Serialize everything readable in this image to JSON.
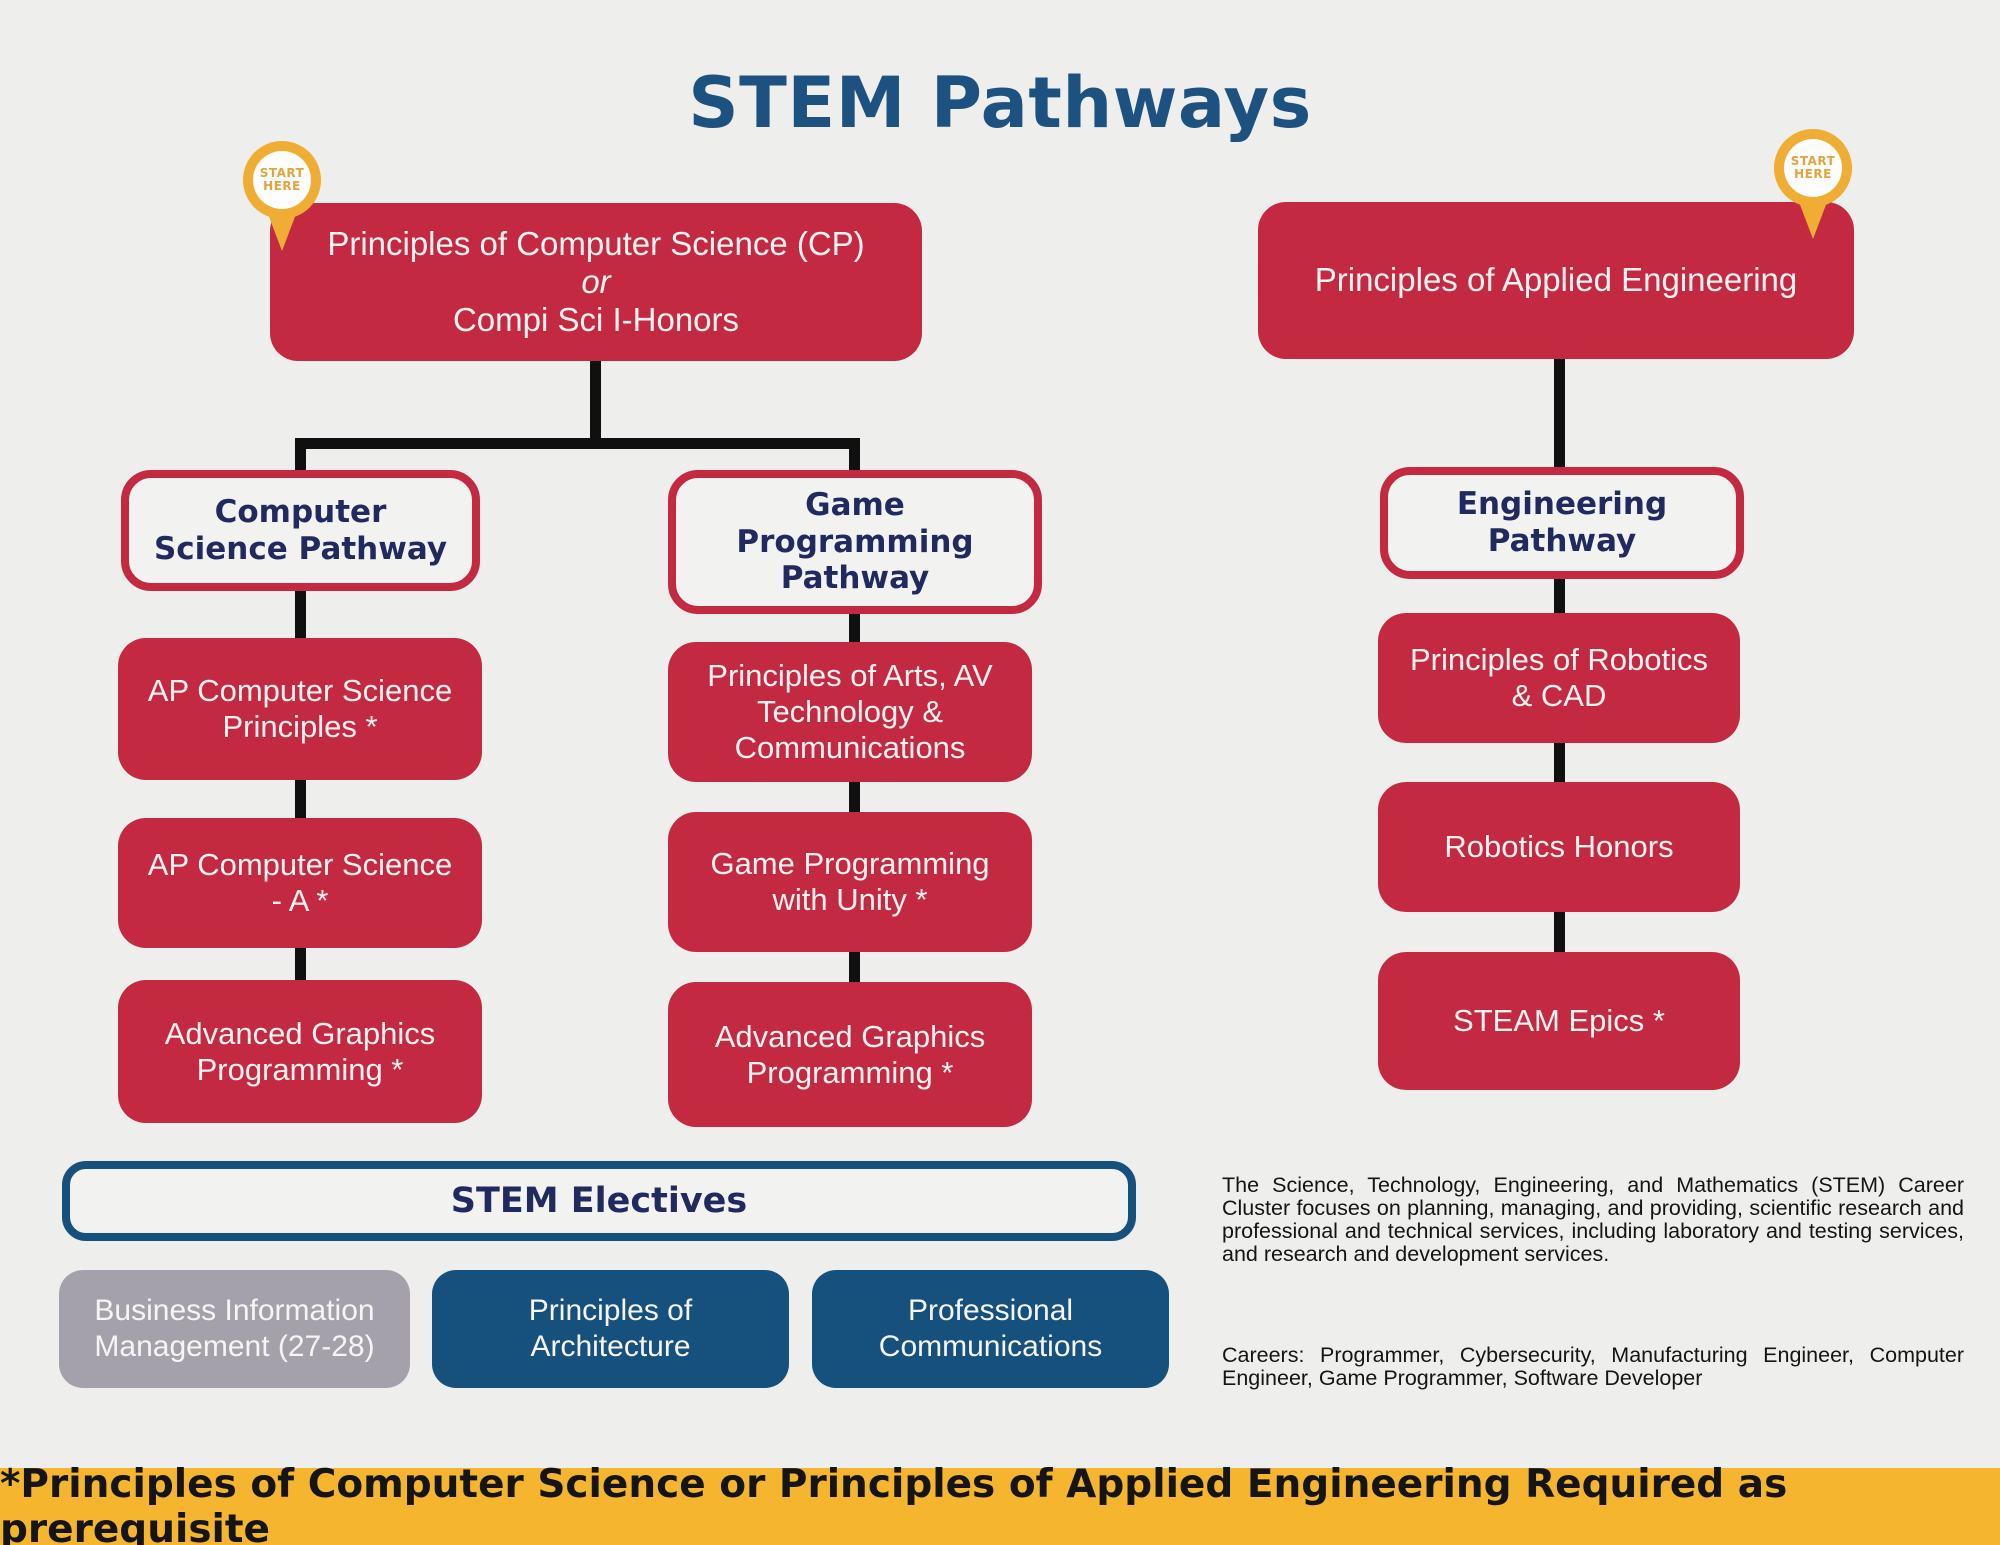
{
  "page": {
    "title": "STEM Pathways"
  },
  "colors": {
    "background": "#eeeeec",
    "box_red": "#c32a42",
    "navy_text": "#212a5e",
    "title_blue": "#1d5180",
    "elective_blue": "#15517c",
    "elective_gray": "#a5a1aa",
    "banner_yellow": "#f5b52e",
    "pin_yellow": "#efad33",
    "connector_black": "#101010",
    "box_text_white": "#f7f2f2"
  },
  "start_pin": {
    "line1": "START",
    "line2": "HERE"
  },
  "cs_tree": {
    "root_line1": "Principles of Computer Science (CP)",
    "root_line2": "or",
    "root_line3": "Compi Sci I-Honors",
    "pathways": [
      {
        "title_lines": [
          "Computer",
          "Science Pathway"
        ],
        "courses": [
          "AP Computer Science Principles *",
          "AP Computer Science - A *",
          "Advanced Graphics Programming *"
        ]
      },
      {
        "title_lines": [
          "Game",
          "Programming",
          "Pathway"
        ],
        "courses": [
          "Principles of Arts, AV Technology & Communications",
          "Game Programming with Unity *",
          "Advanced Graphics Programming *"
        ]
      }
    ]
  },
  "eng_tree": {
    "root": "Principles of Applied Engineering",
    "pathway_title_lines": [
      "Engineering",
      "Pathway"
    ],
    "courses": [
      "Principles of Robotics & CAD",
      "Robotics Honors",
      "STEAM Epics *"
    ]
  },
  "electives": {
    "title": "STEM Electives",
    "items": [
      {
        "label": "Business Information Management (27-28)",
        "style": "gray"
      },
      {
        "label": "Principles of Architecture",
        "style": "blue"
      },
      {
        "label": "Professional Communications",
        "style": "blue"
      }
    ]
  },
  "sidebar_text": {
    "description": "The Science, Technology, Engineering, and Mathematics (STEM) Career Cluster focuses on planning, managing, and providing, scientific research and professional and technical services, including laboratory and testing services, and research and development services.",
    "careers": "Careers: Programmer, Cybersecurity, Manufacturing Engineer, Computer Engineer, Game Programmer, Software Developer"
  },
  "footnote": "*Principles of Computer Science or Principles of Applied Engineering Required as prerequisite"
}
